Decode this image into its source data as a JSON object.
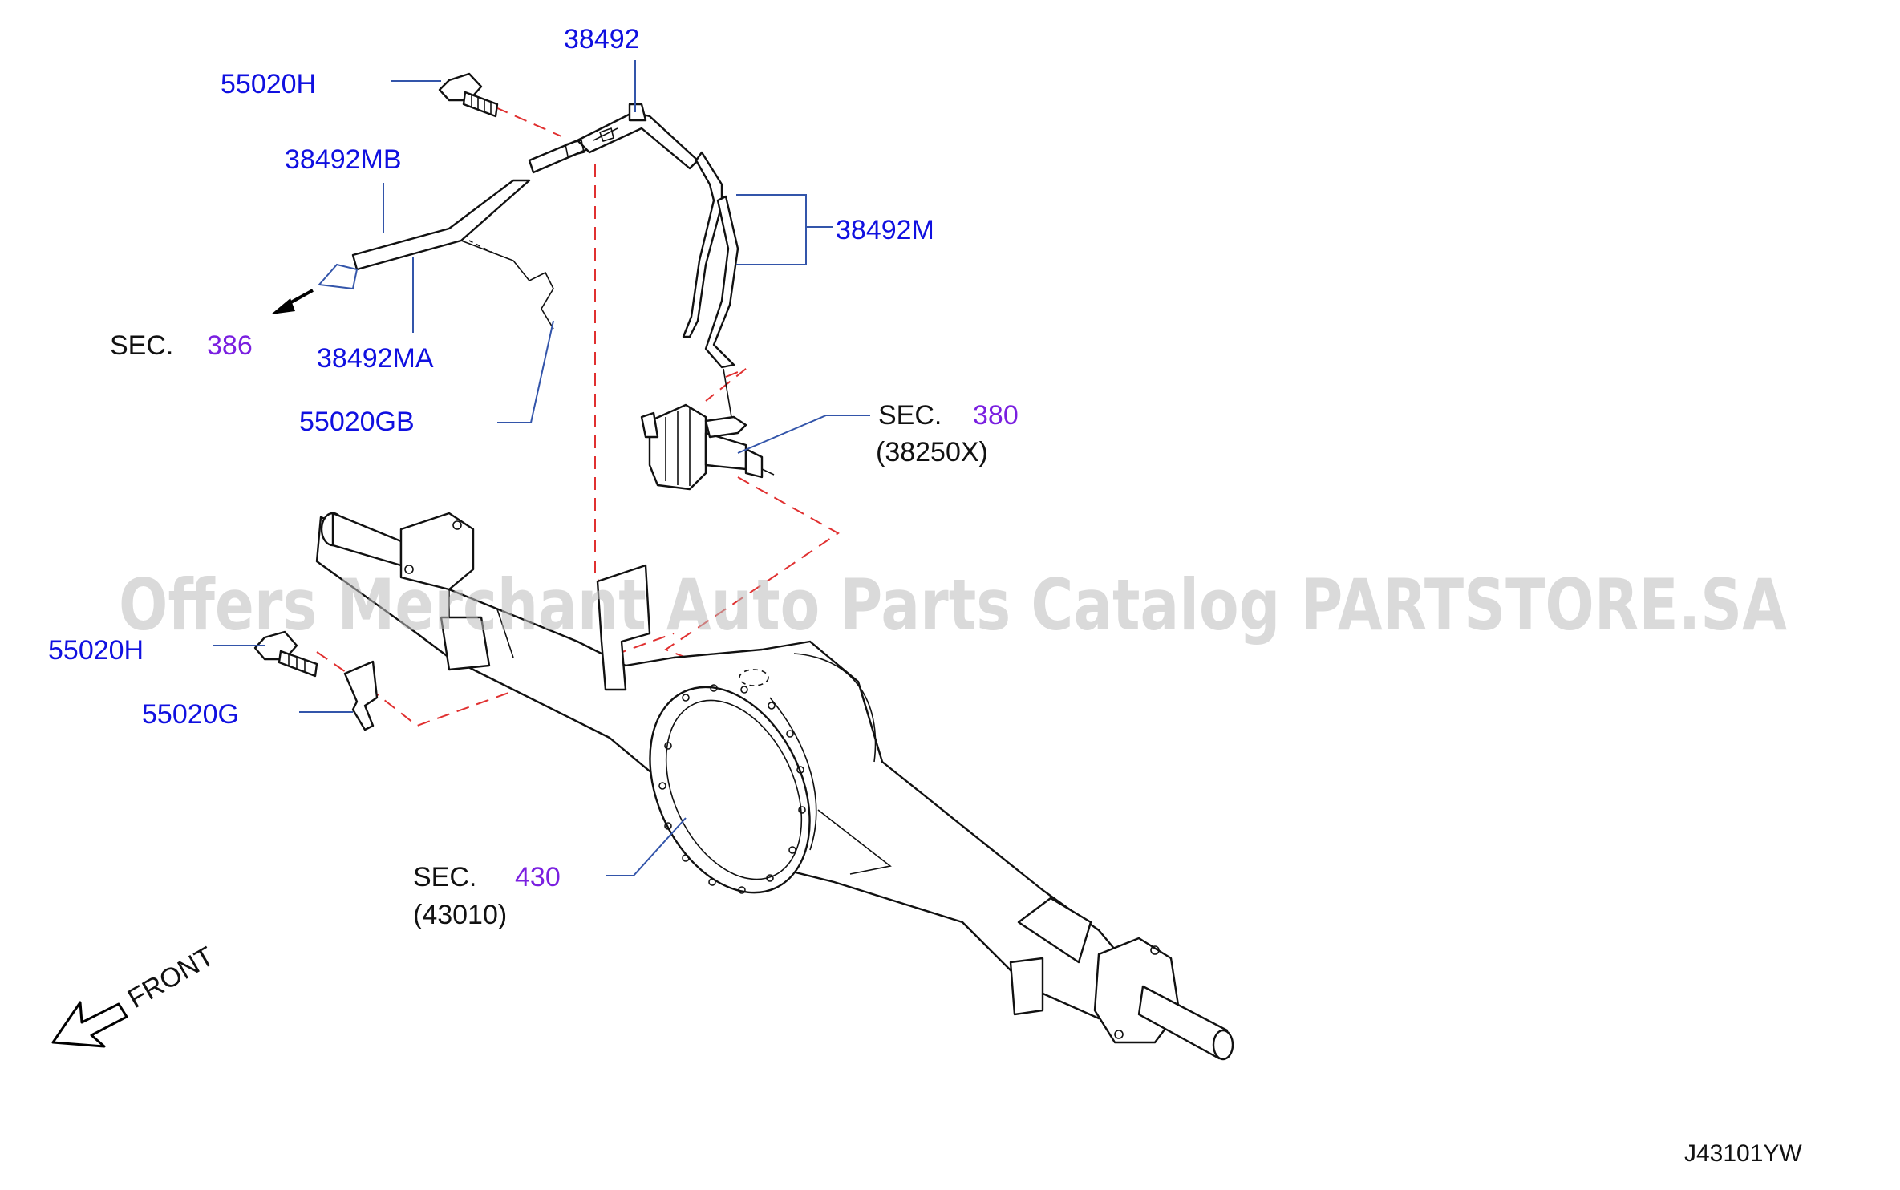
{
  "labels": {
    "p38492": "38492",
    "p55020H_top": "55020H",
    "p38492MB": "38492MB",
    "p38492M": "38492M",
    "p38492MA": "38492MA",
    "p55020GB": "55020GB",
    "p55020H_bottom": "55020H",
    "p55020G": "55020G"
  },
  "sections": {
    "sec386": {
      "prefix": "SEC.",
      "number": "386"
    },
    "sec380": {
      "prefix": "SEC.",
      "number": "380",
      "code": "(38250X)"
    },
    "sec430": {
      "prefix": "SEC.",
      "number": "430",
      "code": "(43010)"
    }
  },
  "front": "FRONT",
  "diagram_id": "J43101YW",
  "watermark": "Offers Merchant Auto Parts Catalog PARTSTORE.SA",
  "colors": {
    "part_number": "#1010e0",
    "section_number": "#7a1fe0",
    "leader": "#3355aa",
    "dashed_guide": "#e03030"
  }
}
